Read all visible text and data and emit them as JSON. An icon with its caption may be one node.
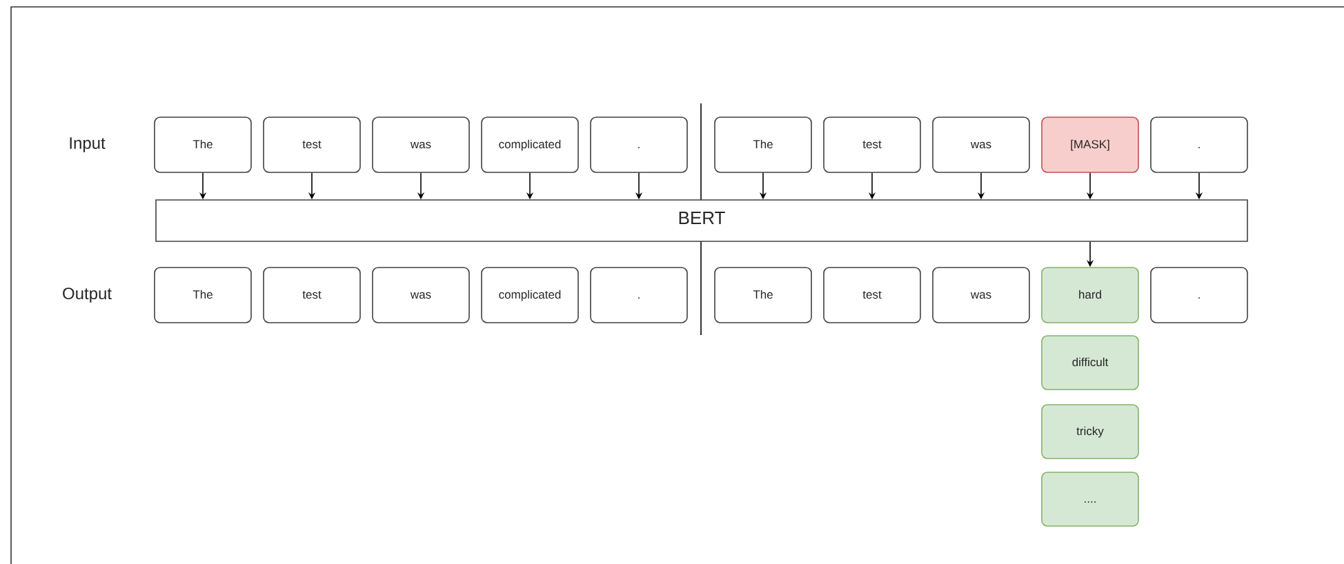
{
  "diagram": {
    "nodes": [
      {
        "text": [
          "The"
        ]
      },
      {
        "text": [
          "test"
        ]
      },
      {
        "text": [
          "was"
        ]
      },
      {
        "text": [
          "complicated"
        ]
      },
      {
        "text": [
          "."
        ]
      },
      {
        "text": [
          "The"
        ]
      },
      {
        "text": [
          "test"
        ]
      },
      {
        "text": [
          "was"
        ]
      },
      {
        "text": [
          "[MASK]"
        ]
      },
      {
        "text": [
          "."
        ]
      },
      {
        "text": [
          "BERT"
        ]
      },
      {
        "text": [
          "The"
        ]
      },
      {
        "text": [
          "test"
        ]
      },
      {
        "text": [
          "was"
        ]
      },
      {
        "text": [
          "complicated"
        ]
      },
      {
        "text": [
          "."
        ]
      },
      {
        "text": [
          "The"
        ]
      },
      {
        "text": [
          "test"
        ]
      },
      {
        "text": [
          "was"
        ]
      },
      {
        "text": [
          "hard"
        ]
      },
      {
        "text": [
          "."
        ]
      },
      {
        "text": [
          "difficult"
        ]
      },
      {
        "text": [
          "tricky"
        ]
      },
      {
        "text": [
          "...."
        ]
      }
    ],
    "edges": [
      {
        "from": 0,
        "to": 10,
        "arrow": "to"
      },
      {
        "from": 1,
        "to": 10,
        "arrow": "to"
      },
      {
        "from": 2,
        "to": 10,
        "arrow": "to"
      },
      {
        "from": 3,
        "to": 10,
        "arrow": "to"
      },
      {
        "from": 4,
        "to": 10,
        "arrow": "to"
      },
      {
        "from": 5,
        "to": 10,
        "arrow": "to"
      },
      {
        "from": 6,
        "to": 10,
        "arrow": "to"
      },
      {
        "from": 7,
        "to": 10,
        "arrow": "to"
      },
      {
        "from": 8,
        "to": 10,
        "arrow": "to"
      },
      {
        "from": 9,
        "to": 10,
        "arrow": "to"
      },
      {
        "from": 10,
        "to": 19,
        "arrow": "to"
      }
    ],
    "labels": [
      "Input",
      "Output"
    ]
  }
}
